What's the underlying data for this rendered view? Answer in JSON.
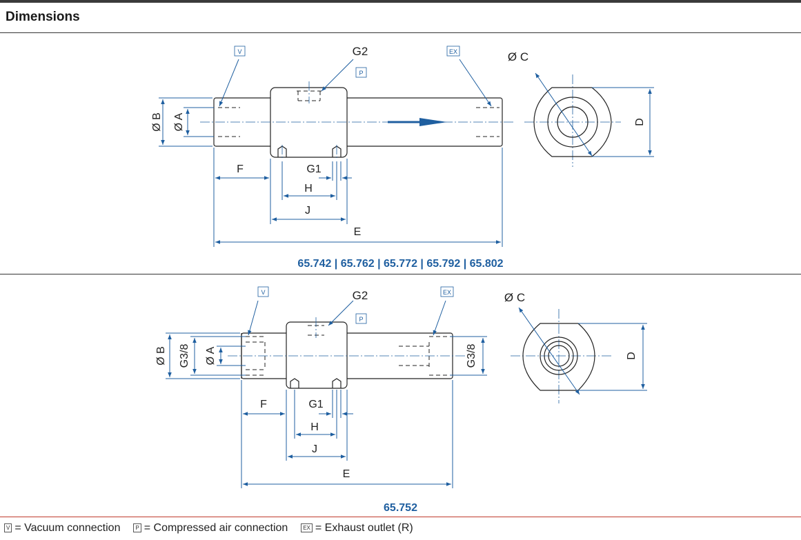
{
  "title": "Dimensions",
  "drawing1": {
    "models": "65.742  |  65.762  |  65.772  |  65.792  |  65.802",
    "labels": {
      "v": "V",
      "p": "P",
      "ex": "EX",
      "g2": "G2",
      "b": "Ø B",
      "a": "Ø A",
      "c": "Ø C",
      "d": "D",
      "f": "F",
      "g1": "G1",
      "h": "H",
      "j": "J",
      "e": "E"
    }
  },
  "drawing2": {
    "models": "65.752",
    "labels": {
      "v": "V",
      "p": "P",
      "ex": "EX",
      "g2": "G2",
      "b": "Ø B",
      "g38": "G3/8",
      "a": "Ø A",
      "c": "Ø C",
      "d": "D",
      "f": "F",
      "g1": "G1",
      "h": "H",
      "j": "J",
      "e": "E"
    }
  },
  "legend": {
    "v_box": "V",
    "v_text": "= Vacuum connection",
    "p_box": "P",
    "p_text": "= Compressed air connection",
    "ex_box": "EX",
    "ex_text": "= Exhaust outlet (R)"
  }
}
